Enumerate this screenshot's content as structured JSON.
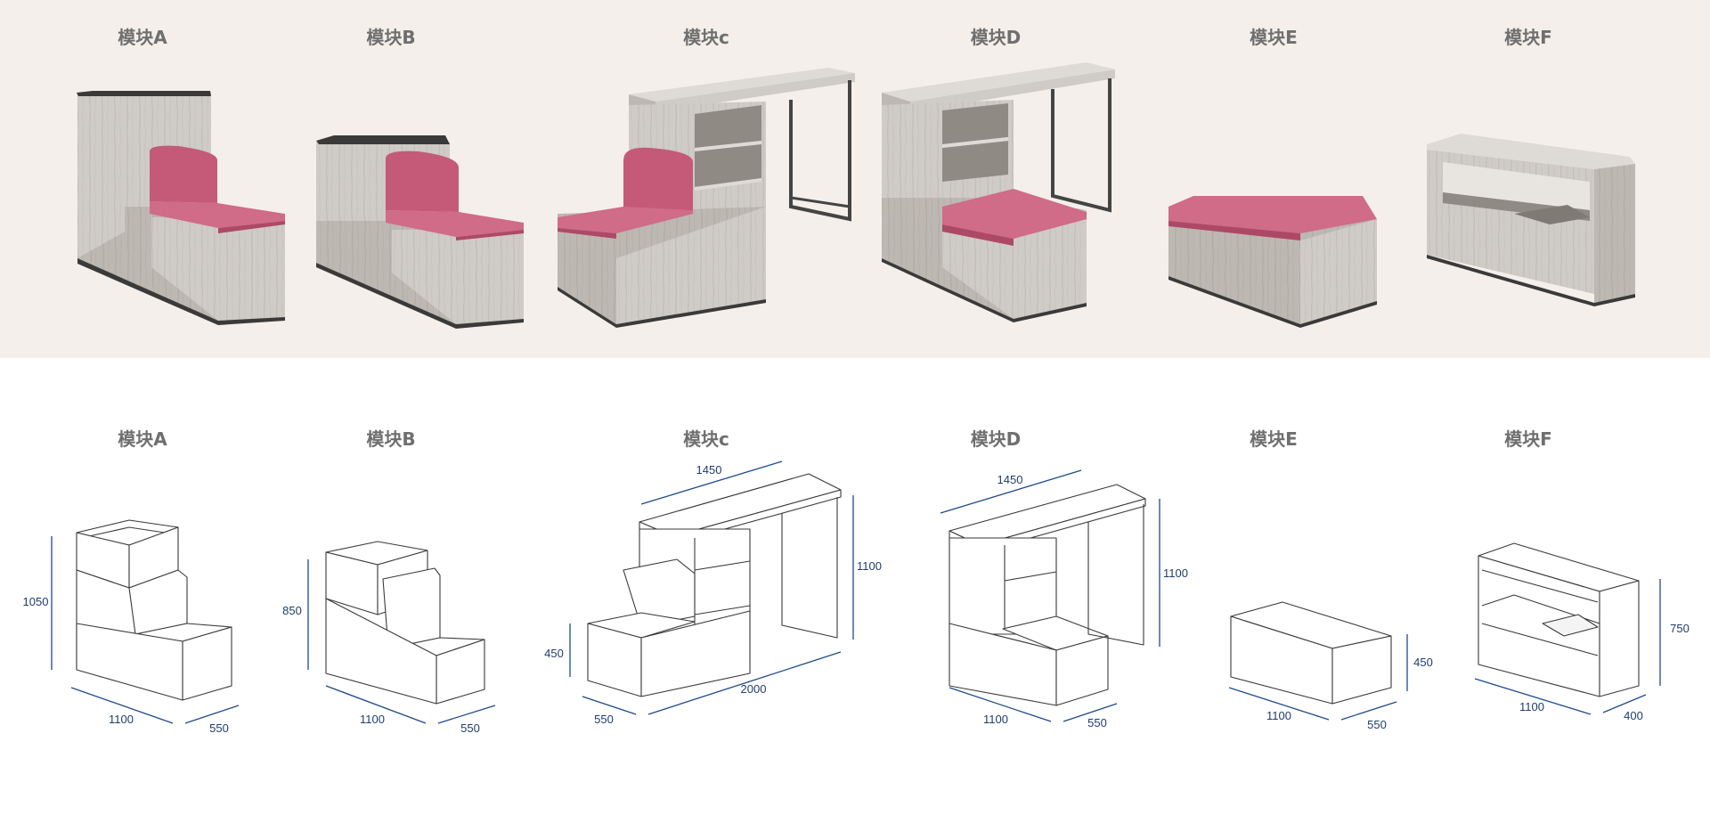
{
  "colors": {
    "banner_bg": "#f4efea",
    "wood_front": "#cfcbc6",
    "wood_side": "#bdb8b2",
    "wood_top": "#dedad5",
    "wood_grain": "#b3aea8",
    "cushion_front": "#c45a78",
    "cushion_top": "#d06b88",
    "cushion_side": "#ad4966",
    "metal": "#444444",
    "dim_blue": "#1f4a8a"
  },
  "product_row": {
    "modules": [
      {
        "title": "模块A",
        "kind": "tall-planter-seat"
      },
      {
        "title": "模块B",
        "kind": "short-planter-seat"
      },
      {
        "title": "模块c",
        "kind": "seat-shelf-desk"
      },
      {
        "title": "模块D",
        "kind": "seat-shelf-desk-front"
      },
      {
        "title": "模块E",
        "kind": "bench"
      },
      {
        "title": "模块F",
        "kind": "storage-cabinet"
      }
    ]
  },
  "drawing_row": {
    "modules": [
      {
        "title": "模块A",
        "dims": [
          "1050",
          "1100",
          "550"
        ]
      },
      {
        "title": "模块B",
        "dims": [
          "850",
          "1100",
          "550"
        ]
      },
      {
        "title": "模块c",
        "dims": [
          "1450",
          "1100",
          "450",
          "2000",
          "550"
        ]
      },
      {
        "title": "模块D",
        "dims": [
          "1450",
          "1100",
          "1100",
          "550"
        ]
      },
      {
        "title": "模块E",
        "dims": [
          "450",
          "1100",
          "550"
        ]
      },
      {
        "title": "模块F",
        "dims": [
          "750",
          "1100",
          "400"
        ]
      }
    ]
  }
}
